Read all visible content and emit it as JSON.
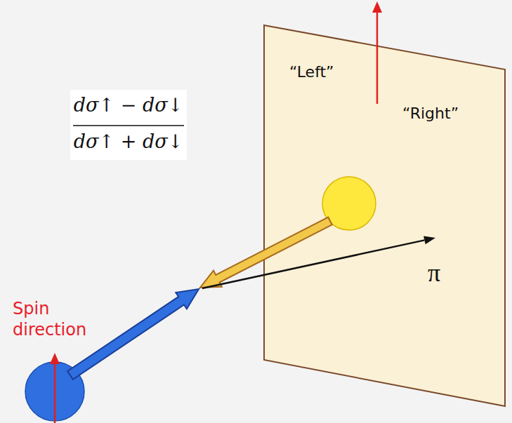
{
  "diagram": {
    "nodes": [
      {
        "text": [
          "“Left”",
          "“Right”"
        ]
      }
    ],
    "labels": [
      "dσ↑ − dσ↓",
      "dσ↑ + dσ↓",
      "π",
      "Spin direction"
    ]
  }
}
